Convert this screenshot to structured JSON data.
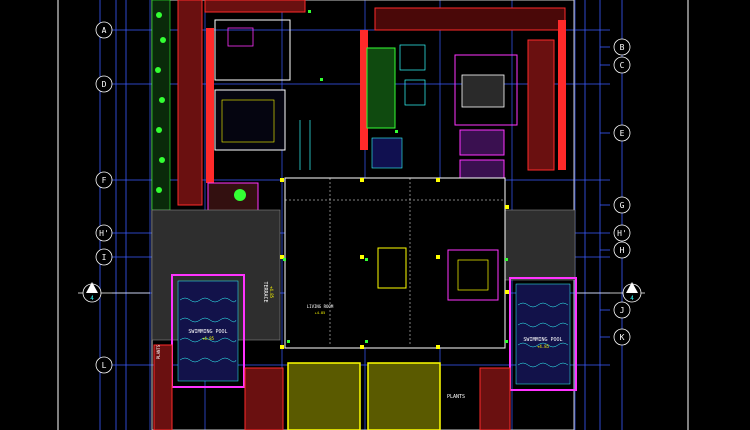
{
  "grid": {
    "left": [
      {
        "label": "A"
      },
      {
        "label": "D"
      },
      {
        "label": "F"
      },
      {
        "label": "H'"
      },
      {
        "label": "I"
      },
      {
        "label": "L"
      }
    ],
    "right": [
      {
        "label": "B"
      },
      {
        "label": "C"
      },
      {
        "label": "E"
      },
      {
        "label": "G"
      },
      {
        "label": "H'"
      },
      {
        "label": "H"
      },
      {
        "label": "J"
      },
      {
        "label": "K"
      }
    ],
    "section_marker": "4"
  },
  "rooms": {
    "pool_left": "SWIMMING POOL",
    "pool_left_level": "+4.85",
    "pool_right": "SWIMMING POOL",
    "pool_right_level": "+4.85",
    "terrace": "TERRACE",
    "terrace_level": "+4.85",
    "plants_left": "PLANTS",
    "plants_right": "PLANTS",
    "living_room": "LIVING ROOM",
    "living_room_level": "+4.85"
  },
  "colors": {
    "background": "#000000",
    "wall": "#ff2a2a",
    "grid_line": "#3a5cff",
    "yellow": "#ffff00",
    "magenta": "#ff33ff",
    "cyan": "#33ffff",
    "green": "#33ff33",
    "white": "#ffffff"
  }
}
